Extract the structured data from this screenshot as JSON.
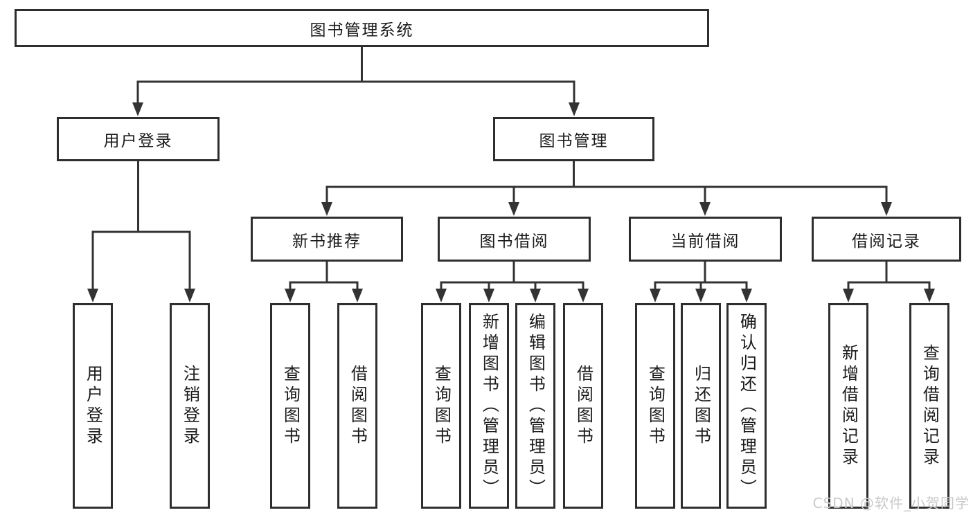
{
  "diagram": {
    "root": {
      "label": "图书管理系统"
    },
    "level2": [
      {
        "label": "用户登录"
      },
      {
        "label": "图书管理"
      }
    ],
    "level3": [
      {
        "label": "新书推荐"
      },
      {
        "label": "图书借阅"
      },
      {
        "label": "当前借阅"
      },
      {
        "label": "借阅记录"
      }
    ],
    "leaves": [
      {
        "label": "用户登录"
      },
      {
        "label": "注销登录"
      },
      {
        "label": "查询图书"
      },
      {
        "label": "借阅图书"
      },
      {
        "label": "查询图书"
      },
      {
        "label": "新增图书（管理员）"
      },
      {
        "label": "编辑图书（管理员）"
      },
      {
        "label": "借阅图书"
      },
      {
        "label": "查询图书"
      },
      {
        "label": "归还图书"
      },
      {
        "label": "确认归还（管理员）"
      },
      {
        "label": "新增借阅记录"
      },
      {
        "label": "查询借阅记录"
      }
    ],
    "watermark": "CSDN @软件_小贺同学",
    "colors": {
      "border": "#2e2e2e",
      "line": "#333333",
      "text": "#1a1a1a",
      "watermark": "#c9c9c9",
      "background": "#ffffff"
    }
  }
}
